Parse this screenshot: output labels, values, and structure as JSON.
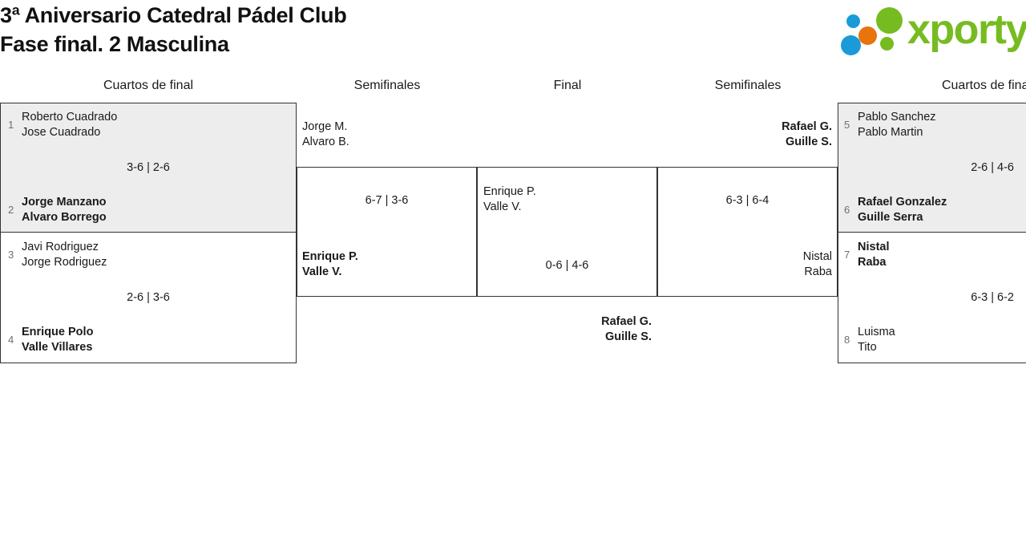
{
  "header": {
    "title_line1": "3ª Aniversario Catedral Pádel Club",
    "title_line2": "Fase final. 2 Masculina",
    "logo_text": "xporty",
    "logo_colors": {
      "blue": "#1A9BD7",
      "orange": "#E8740C",
      "green": "#76BC21"
    }
  },
  "rounds": [
    {
      "label": "Cuartos de final"
    },
    {
      "label": "Semifinales"
    },
    {
      "label": "Final"
    },
    {
      "label": "Semifinales"
    },
    {
      "label": "Cuartos de final"
    }
  ],
  "bracket": {
    "left_quarterfinals": [
      {
        "score": "3-6 | 2-6",
        "top": {
          "seed": "1",
          "player1": "Roberto Cuadrado",
          "player2": "Jose Cuadrado",
          "winner": false
        },
        "bottom": {
          "seed": "2",
          "player1": "Jorge Manzano",
          "player2": "Alvaro Borrego",
          "winner": true
        }
      },
      {
        "score": "2-6 | 3-6",
        "top": {
          "seed": "3",
          "player1": "Javi Rodriguez",
          "player2": "Jorge Rodriguez",
          "winner": false
        },
        "bottom": {
          "seed": "4",
          "player1": "Enrique Polo",
          "player2": "Valle Villares",
          "winner": true
        }
      }
    ],
    "left_semifinal": {
      "score": "6-7 | 3-6",
      "top": {
        "player1": "Jorge M.",
        "player2": "Alvaro B.",
        "winner": false
      },
      "bottom": {
        "player1": "Enrique P.",
        "player2": "Valle V.",
        "winner": true
      }
    },
    "final": {
      "score": "0-6 | 4-6",
      "top": {
        "player1": "Enrique P.",
        "player2": "Valle V.",
        "winner": false
      },
      "bottom": {
        "player1": "Rafael G.",
        "player2": "Guille S.",
        "winner": true
      }
    },
    "right_semifinal": {
      "score": "6-3 | 6-4",
      "top": {
        "player1": "Rafael G.",
        "player2": "Guille S.",
        "winner": true
      },
      "bottom": {
        "player1": "Nistal",
        "player2": "Raba",
        "winner": false
      }
    },
    "right_quarterfinals": [
      {
        "score": "2-6 | 4-6",
        "top": {
          "seed": "5",
          "player1": "Pablo Sanchez",
          "player2": "Pablo Martin",
          "winner": false
        },
        "bottom": {
          "seed": "6",
          "player1": "Rafael Gonzalez",
          "player2": "Guille Serra",
          "winner": true
        }
      },
      {
        "score": "6-3 | 6-2",
        "top": {
          "seed": "7",
          "player1": "Nistal",
          "player2": "Raba",
          "winner": true
        },
        "bottom": {
          "seed": "8",
          "player1": "Luisma",
          "player2": "Tito",
          "winner": false
        }
      }
    ]
  }
}
